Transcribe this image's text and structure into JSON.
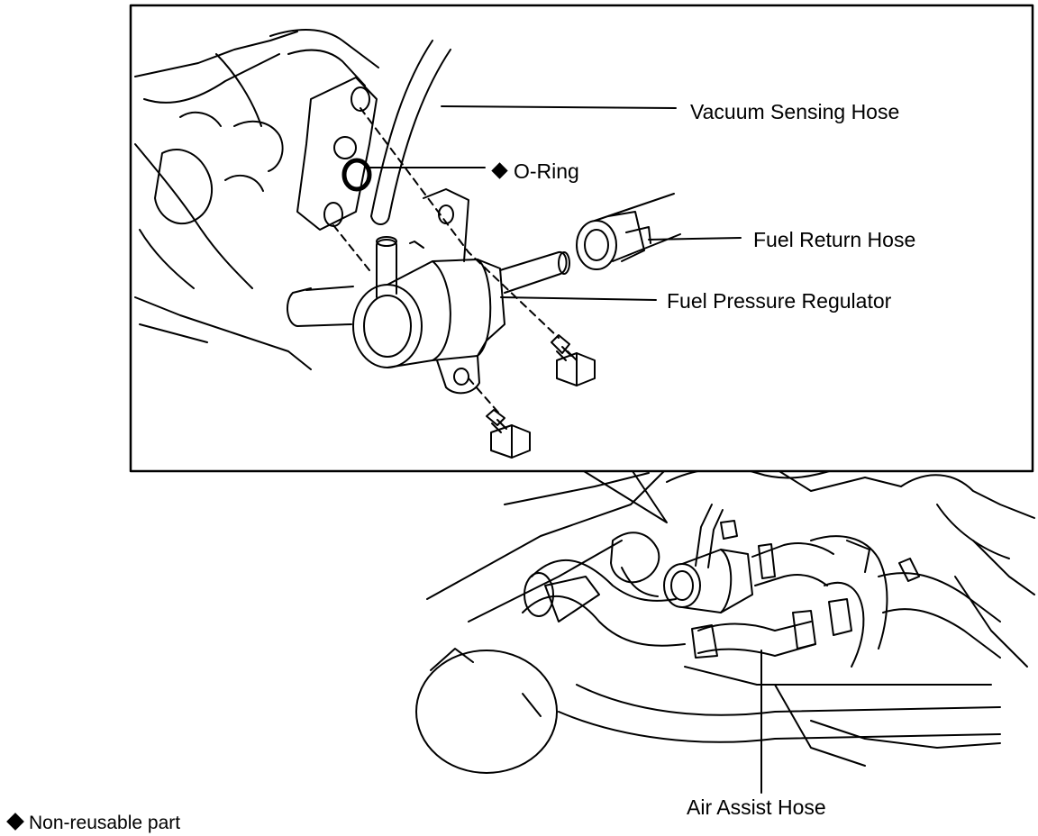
{
  "callouts": {
    "vacuum_sensing_hose": "Vacuum Sensing Hose",
    "o_ring": "O-Ring",
    "fuel_return_hose": "Fuel Return Hose",
    "fuel_pressure_regulator": "Fuel Pressure Regulator",
    "air_assist_hose": "Air Assist Hose"
  },
  "legend": {
    "symbol": "non-reusable-diamond-icon",
    "text": "Non-reusable part"
  },
  "colors": {
    "ink": "#000000",
    "paper": "#ffffff"
  }
}
